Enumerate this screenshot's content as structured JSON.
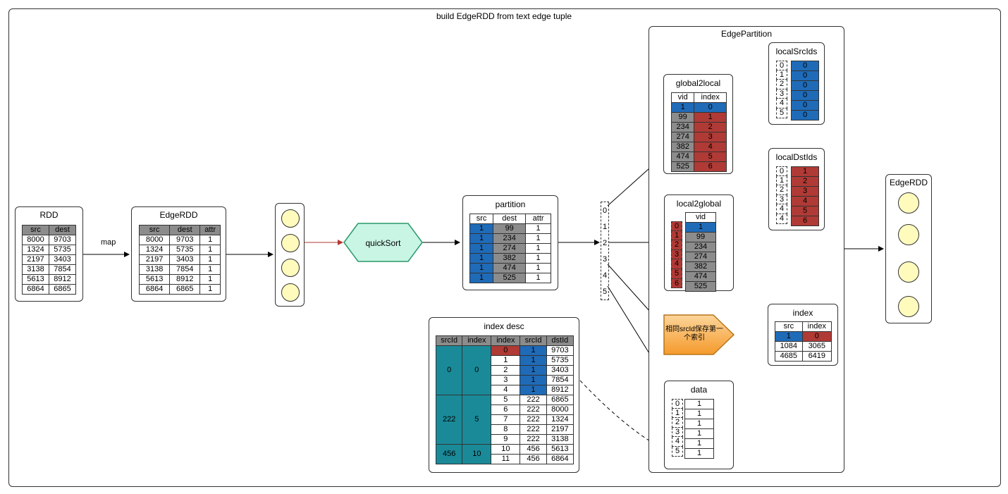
{
  "title": "build EdgeRDD  from text edge tuple",
  "map_label": "map",
  "rdd": {
    "title": "RDD",
    "headers": [
      "src",
      "dest"
    ],
    "rows": [
      [
        "8000",
        "9703"
      ],
      [
        "1324",
        "5735"
      ],
      [
        "2197",
        "3403"
      ],
      [
        "3138",
        "7854"
      ],
      [
        "5613",
        "8912"
      ],
      [
        "6864",
        "6865"
      ]
    ]
  },
  "edgerdd1": {
    "title": "EdgeRDD",
    "headers": [
      "src",
      "dest",
      "attr"
    ],
    "rows": [
      [
        "8000",
        "9703",
        "1"
      ],
      [
        "1324",
        "5735",
        "1"
      ],
      [
        "2197",
        "3403",
        "1"
      ],
      [
        "3138",
        "7854",
        "1"
      ],
      [
        "5613",
        "8912",
        "1"
      ],
      [
        "6864",
        "6865",
        "1"
      ]
    ]
  },
  "quicksort_label": "quickSort",
  "partition": {
    "title": "partition",
    "headers": [
      "src",
      "dest",
      "attr"
    ],
    "rows": [
      [
        "1",
        "99",
        "1"
      ],
      [
        "1",
        "234",
        "1"
      ],
      [
        "1",
        "274",
        "1"
      ],
      [
        "1",
        "382",
        "1"
      ],
      [
        "1",
        "474",
        "1"
      ],
      [
        "1",
        "525",
        "1"
      ]
    ]
  },
  "index_desc": {
    "title": "index desc",
    "headers": [
      "srcId",
      "index",
      "index",
      "srcId",
      "dstId"
    ],
    "groups": [
      {
        "srcId": "0",
        "index": "0",
        "rows": [
          [
            "0",
            "1",
            "9703"
          ],
          [
            "1",
            "1",
            "5735"
          ],
          [
            "2",
            "1",
            "3403"
          ],
          [
            "3",
            "1",
            "7854"
          ],
          [
            "4",
            "1",
            "8912"
          ]
        ]
      },
      {
        "srcId": "222",
        "index": "5",
        "rows": [
          [
            "5",
            "222",
            "6865"
          ],
          [
            "6",
            "222",
            "8000"
          ],
          [
            "7",
            "222",
            "1324"
          ],
          [
            "8",
            "222",
            "2197"
          ],
          [
            "9",
            "222",
            "3138"
          ]
        ]
      },
      {
        "srcId": "456",
        "index": "10",
        "rows": [
          [
            "10",
            "456",
            "5613"
          ],
          [
            "11",
            "456",
            "6864"
          ]
        ]
      }
    ]
  },
  "column_indices": [
    "0",
    "1",
    "2",
    "3",
    "4",
    "5"
  ],
  "edge_partition": {
    "title": "EdgePartition",
    "global2local": {
      "title": "global2local",
      "headers": [
        "vid",
        "index"
      ],
      "rows": [
        [
          "1",
          "0"
        ],
        [
          "99",
          "1"
        ],
        [
          "234",
          "2"
        ],
        [
          "274",
          "3"
        ],
        [
          "382",
          "4"
        ],
        [
          "474",
          "5"
        ],
        [
          "525",
          "6"
        ]
      ]
    },
    "local2global": {
      "title": "local2global",
      "header": "vid",
      "index": [
        "0",
        "1",
        "2",
        "3",
        "4",
        "5",
        "6"
      ],
      "values": [
        "1",
        "99",
        "234",
        "274",
        "382",
        "474",
        "525"
      ]
    },
    "localSrcIds": {
      "title": "localSrcIds",
      "index": [
        "0",
        "1",
        "2",
        "3",
        "4",
        "5"
      ],
      "values": [
        "0",
        "0",
        "0",
        "0",
        "0",
        "0"
      ]
    },
    "localDstIds": {
      "title": "localDstIds",
      "index": [
        "0",
        "1",
        "2",
        "3",
        "4",
        "4"
      ],
      "values": [
        "1",
        "2",
        "3",
        "4",
        "5",
        "6"
      ]
    },
    "note": "相同srcId保存第一个索引",
    "index_table": {
      "title": "index",
      "headers": [
        "src",
        "index"
      ],
      "rows": [
        [
          "1",
          "0"
        ],
        [
          "1084",
          "3065"
        ],
        [
          "4685",
          "6419"
        ]
      ]
    },
    "data": {
      "title": "data",
      "index": [
        "0",
        "1",
        "2",
        "3",
        "4",
        "5"
      ],
      "values": [
        "1",
        "1",
        "1",
        "1",
        "1",
        "1"
      ]
    }
  },
  "edgerdd_out": {
    "title": "EdgeRDD"
  },
  "colors": {
    "blue": "#1f6bb8",
    "red": "#b03a35",
    "gray": "#8c8c8c",
    "teal": "#1a8a99",
    "yellow": "#fffbbd",
    "green": "#c9f5e4",
    "orange": "#f7a94a"
  }
}
